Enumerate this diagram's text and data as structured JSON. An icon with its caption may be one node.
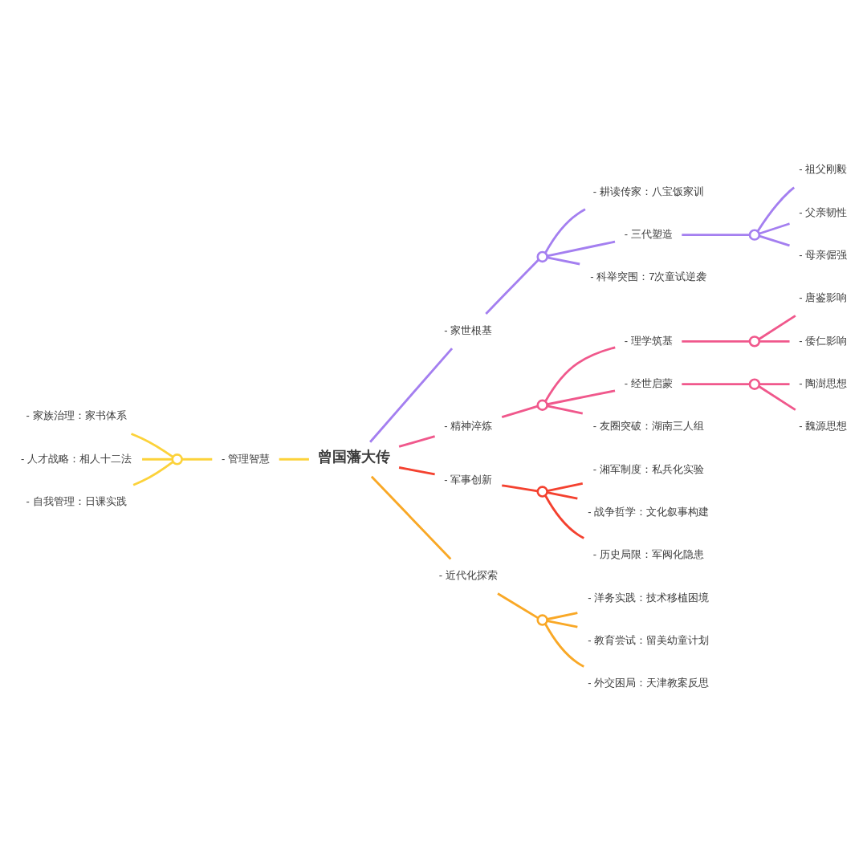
{
  "diagram": {
    "nodes": [
      {
        "text": [
          "曾国藩大传"
        ]
      },
      {
        "text": [
          "- 家世根基"
        ]
      },
      {
        "text": [],
        "shape": "circle"
      },
      {
        "text": [
          "- 耕读传家：八宝饭家训"
        ]
      },
      {
        "text": [
          "- 三代塑造"
        ]
      },
      {
        "text": [],
        "shape": "circle"
      },
      {
        "text": [
          "- 祖父刚毅"
        ]
      },
      {
        "text": [
          "- 父亲韧性"
        ]
      },
      {
        "text": [
          "- 母亲倔强"
        ]
      },
      {
        "text": [
          "- 科举突围：7次童试逆袭"
        ]
      },
      {
        "text": [
          "- 精神淬炼"
        ]
      },
      {
        "text": [],
        "shape": "circle"
      },
      {
        "text": [
          "- 理学筑基"
        ]
      },
      {
        "text": [],
        "shape": "circle"
      },
      {
        "text": [
          "- 唐鉴影响"
        ]
      },
      {
        "text": [
          "- 倭仁影响"
        ]
      },
      {
        "text": [
          "- 经世启蒙"
        ]
      },
      {
        "text": [],
        "shape": "circle"
      },
      {
        "text": [
          "- 陶澍思想"
        ]
      },
      {
        "text": [
          "- 魏源思想"
        ]
      },
      {
        "text": [
          "- 友圈突破：湖南三人组"
        ]
      },
      {
        "text": [
          "- 军事创新"
        ]
      },
      {
        "text": [],
        "shape": "circle"
      },
      {
        "text": [
          "- 湘军制度：私兵化实验"
        ]
      },
      {
        "text": [
          "- 战争哲学：文化叙事构建"
        ]
      },
      {
        "text": [
          "- 历史局限：军阀化隐患"
        ]
      },
      {
        "text": [
          "- 近代化探索"
        ]
      },
      {
        "text": [],
        "shape": "circle"
      },
      {
        "text": [
          "- 洋务实践：技术移植困境"
        ]
      },
      {
        "text": [
          "- 教育尝试：留美幼童计划"
        ]
      },
      {
        "text": [
          "- 外交困局：天津教案反思"
        ]
      },
      {
        "text": [
          "- 管理智慧"
        ]
      },
      {
        "text": [],
        "shape": "circle"
      },
      {
        "text": [
          "- 家族治理：家书体系"
        ]
      },
      {
        "text": [
          "- 人才战略：相人十二法"
        ]
      },
      {
        "text": [
          "- 自我管理：日课实践"
        ]
      }
    ],
    "edges": [
      {
        "from": 0,
        "to": 1,
        "arrow": "none",
        "color": "#a47ff0"
      },
      {
        "from": 1,
        "to": 2,
        "arrow": "none",
        "color": "#a47ff0"
      },
      {
        "from": 2,
        "to": 3,
        "arrow": "none",
        "color": "#a47ff0"
      },
      {
        "from": 2,
        "to": 4,
        "arrow": "none",
        "color": "#a47ff0"
      },
      {
        "from": 4,
        "to": 5,
        "arrow": "none",
        "color": "#a47ff0"
      },
      {
        "from": 5,
        "to": 6,
        "arrow": "none",
        "color": "#a47ff0"
      },
      {
        "from": 5,
        "to": 7,
        "arrow": "none",
        "color": "#a47ff0"
      },
      {
        "from": 5,
        "to": 8,
        "arrow": "none",
        "color": "#a47ff0"
      },
      {
        "from": 2,
        "to": 9,
        "arrow": "none",
        "color": "#a47ff0"
      },
      {
        "from": 0,
        "to": 10,
        "arrow": "none",
        "color": "#f0588c"
      },
      {
        "from": 10,
        "to": 11,
        "arrow": "none",
        "color": "#f0588c"
      },
      {
        "from": 11,
        "to": 12,
        "arrow": "none",
        "color": "#f0588c"
      },
      {
        "from": 12,
        "to": 13,
        "arrow": "none",
        "color": "#f0588c"
      },
      {
        "from": 13,
        "to": 14,
        "arrow": "none",
        "color": "#f0588c"
      },
      {
        "from": 13,
        "to": 15,
        "arrow": "none",
        "color": "#f0588c"
      },
      {
        "from": 11,
        "to": 16,
        "arrow": "none",
        "color": "#f0588c"
      },
      {
        "from": 16,
        "to": 17,
        "arrow": "none",
        "color": "#f0588c"
      },
      {
        "from": 17,
        "to": 18,
        "arrow": "none",
        "color": "#f0588c"
      },
      {
        "from": 17,
        "to": 19,
        "arrow": "none",
        "color": "#f0588c"
      },
      {
        "from": 11,
        "to": 20,
        "arrow": "none",
        "color": "#f0588c"
      },
      {
        "from": 0,
        "to": 21,
        "arrow": "none",
        "color": "#f4412f"
      },
      {
        "from": 21,
        "to": 22,
        "arrow": "none",
        "color": "#f4412f"
      },
      {
        "from": 22,
        "to": 23,
        "arrow": "none",
        "color": "#f4412f"
      },
      {
        "from": 22,
        "to": 24,
        "arrow": "none",
        "color": "#f4412f"
      },
      {
        "from": 22,
        "to": 25,
        "arrow": "none",
        "color": "#f4412f"
      },
      {
        "from": 0,
        "to": 26,
        "arrow": "none",
        "color": "#f9a826"
      },
      {
        "from": 26,
        "to": 27,
        "arrow": "none",
        "color": "#f9a826"
      },
      {
        "from": 27,
        "to": 28,
        "arrow": "none",
        "color": "#f9a826"
      },
      {
        "from": 27,
        "to": 29,
        "arrow": "none",
        "color": "#f9a826"
      },
      {
        "from": 27,
        "to": 30,
        "arrow": "none",
        "color": "#f9a826"
      },
      {
        "from": 33,
        "to": 32,
        "arrow": "none",
        "color": "#fcd23a"
      },
      {
        "from": 34,
        "to": 32,
        "arrow": "none",
        "color": "#fcd23a"
      },
      {
        "from": 35,
        "to": 32,
        "arrow": "none",
        "color": "#fcd23a"
      },
      {
        "from": 32,
        "to": 31,
        "arrow": "none",
        "color": "#fcd23a"
      },
      {
        "from": 31,
        "to": 0,
        "arrow": "none",
        "color": "#fcd23a"
      }
    ]
  }
}
